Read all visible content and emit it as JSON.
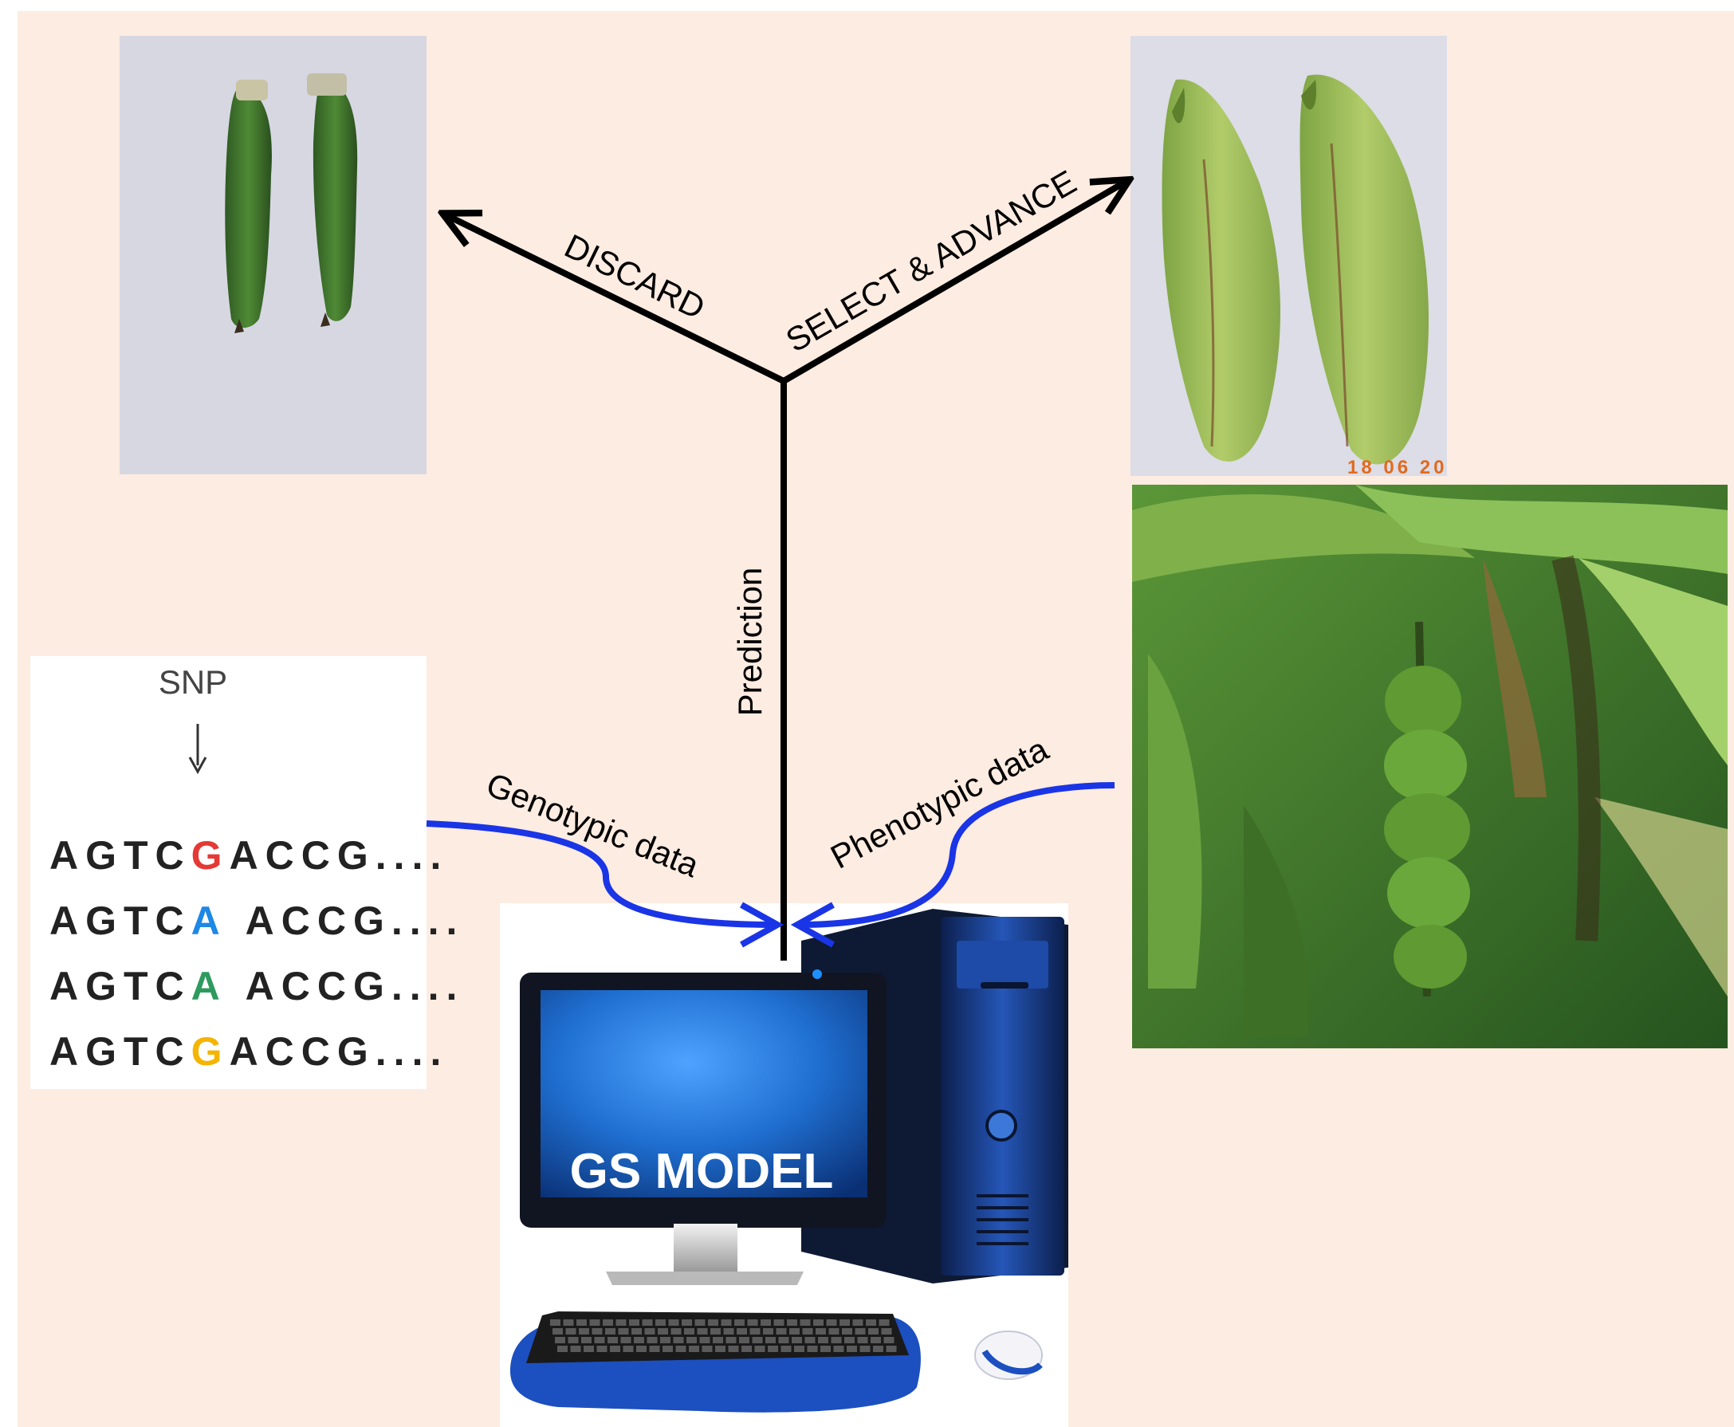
{
  "labels": {
    "discard": "DISCARD",
    "select_advance": "SELECT & ADVANCE",
    "prediction": "Prediction",
    "genotypic": "Genotypic data",
    "phenotypic": "Phenotypic data",
    "gs_model": "GS MODEL"
  },
  "snp_panel": {
    "header": "SNP",
    "rows": [
      {
        "prefix": "AGTC",
        "base": "G",
        "suffix": "ACCG....",
        "base_color": "#e53935"
      },
      {
        "prefix": "AGTC",
        "base": "A",
        "suffix": " ACCG....",
        "base_color": "#1e88e5"
      },
      {
        "prefix": "AGTC",
        "base": "A",
        "suffix": " ACCG....",
        "base_color": "#2e9a5e"
      },
      {
        "prefix": "AGTC",
        "base": "G",
        "suffix": "ACCG....",
        "base_color": "#f4b400"
      }
    ]
  },
  "photo_date_stamp": "18 06 20",
  "colors": {
    "background": "#fdece1",
    "arrow_black": "#000000",
    "arrow_blue": "#1a35e6",
    "monitor_screen": "#1f6fd1",
    "tower": "#1b3f8f"
  }
}
